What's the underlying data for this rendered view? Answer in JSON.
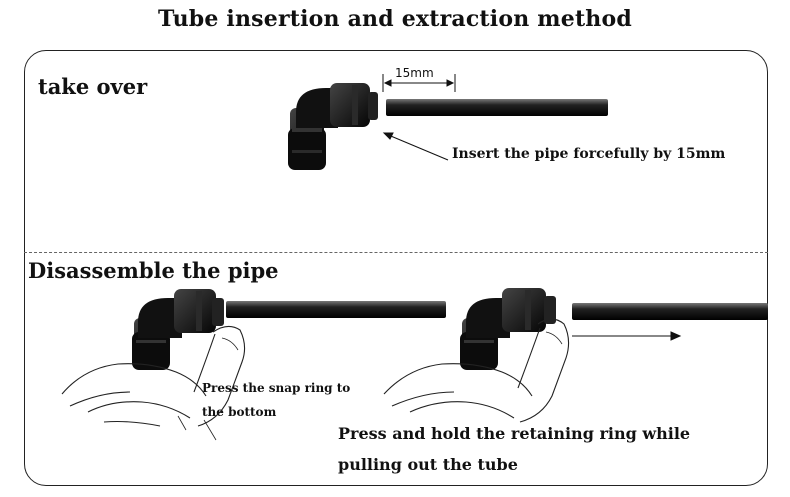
{
  "title": "Tube insertion and extraction method",
  "section1": {
    "heading": "take over",
    "dimension": "15mm",
    "note": "Insert the pipe forcefully by 15mm"
  },
  "section2": {
    "heading": "Disassemble the pipe",
    "note_left_line1": "Press the snap ring to",
    "note_left_line2": "the bottom",
    "note_right_line1": "Press and hold the retaining ring while",
    "note_right_line2": "pulling out the tube"
  },
  "colors": {
    "fitting": "#111111",
    "tube": "#1a1a1a",
    "frame": "#222222"
  }
}
